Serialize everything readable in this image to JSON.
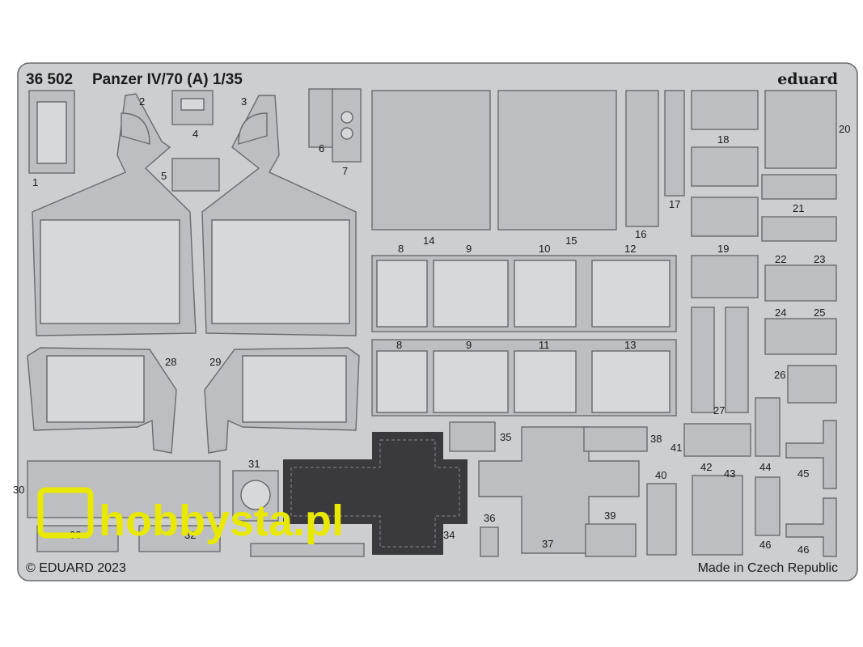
{
  "fret": {
    "code": "36 502",
    "title": "Panzer IV/70 (A) 1/35",
    "brand": "eduard",
    "copyright": "© EDUARD 2023",
    "origin": "Made in Czech Republic",
    "watermark": "hobbysta.pl",
    "colors": {
      "metal": "#cdced0",
      "panel": "#bdbec1",
      "outline": "#6d6e72",
      "watermark": "#e8e800"
    }
  },
  "part_numbers": {
    "p1": "1",
    "p2": "2",
    "p3": "3",
    "p4": "4",
    "p5": "5",
    "p6": "6",
    "p7": "7",
    "p8a": "8",
    "p8b": "8",
    "p9a": "9",
    "p9b": "9",
    "p10": "10",
    "p11": "11",
    "p12": "12",
    "p13": "13",
    "p14": "14",
    "p15": "15",
    "p16": "16",
    "p17": "17",
    "p18": "18",
    "p19": "19",
    "p20": "20",
    "p21": "21",
    "p22": "22",
    "p23": "23",
    "p24": "24",
    "p25": "25",
    "p26": "26",
    "p27": "27",
    "p28": "28",
    "p29": "29",
    "p30": "30",
    "p31": "31",
    "p32": "32",
    "p33": "33",
    "p34": "34",
    "p35": "35",
    "p36": "36",
    "p37": "37",
    "p38": "38",
    "p39": "39",
    "p40": "40",
    "p41": "41",
    "p42": "42",
    "p43": "43",
    "p44": "44",
    "p45": "45",
    "p46a": "46",
    "p46b": "46"
  }
}
